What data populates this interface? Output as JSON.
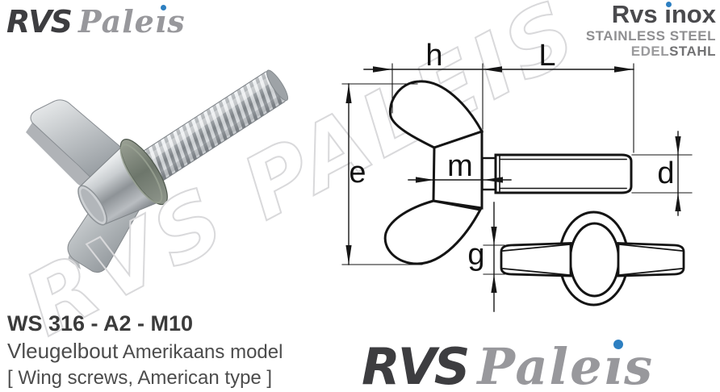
{
  "watermark": {
    "text": "RVS PALEIS"
  },
  "logo": {
    "rvs": "RVS",
    "pale": "Pale",
    "dotless_i": "ı",
    "s": "s"
  },
  "brand": {
    "title_pre": "Rvs ",
    "title_i": "ı",
    "title_post": "nox",
    "line2": "STAINLESS STEEL",
    "line3a": "EDEL",
    "line3b": "STAHL"
  },
  "product": {
    "code": "WS 316 - A2 - M10",
    "name_nl": "Vleugelbout",
    "name_nl2": " Amerikaans model",
    "name_en": "[ Wing screws, American type ]"
  },
  "drawing": {
    "labels": {
      "h": "h",
      "L": "L",
      "e": "e",
      "m": "m",
      "d": "d",
      "g": "g"
    }
  },
  "colors": {
    "accent_blue": "#2d7fc1",
    "drawing_line": "#141414",
    "watermark_gray": "#d9d9db",
    "washer_green": "#6e786c"
  }
}
